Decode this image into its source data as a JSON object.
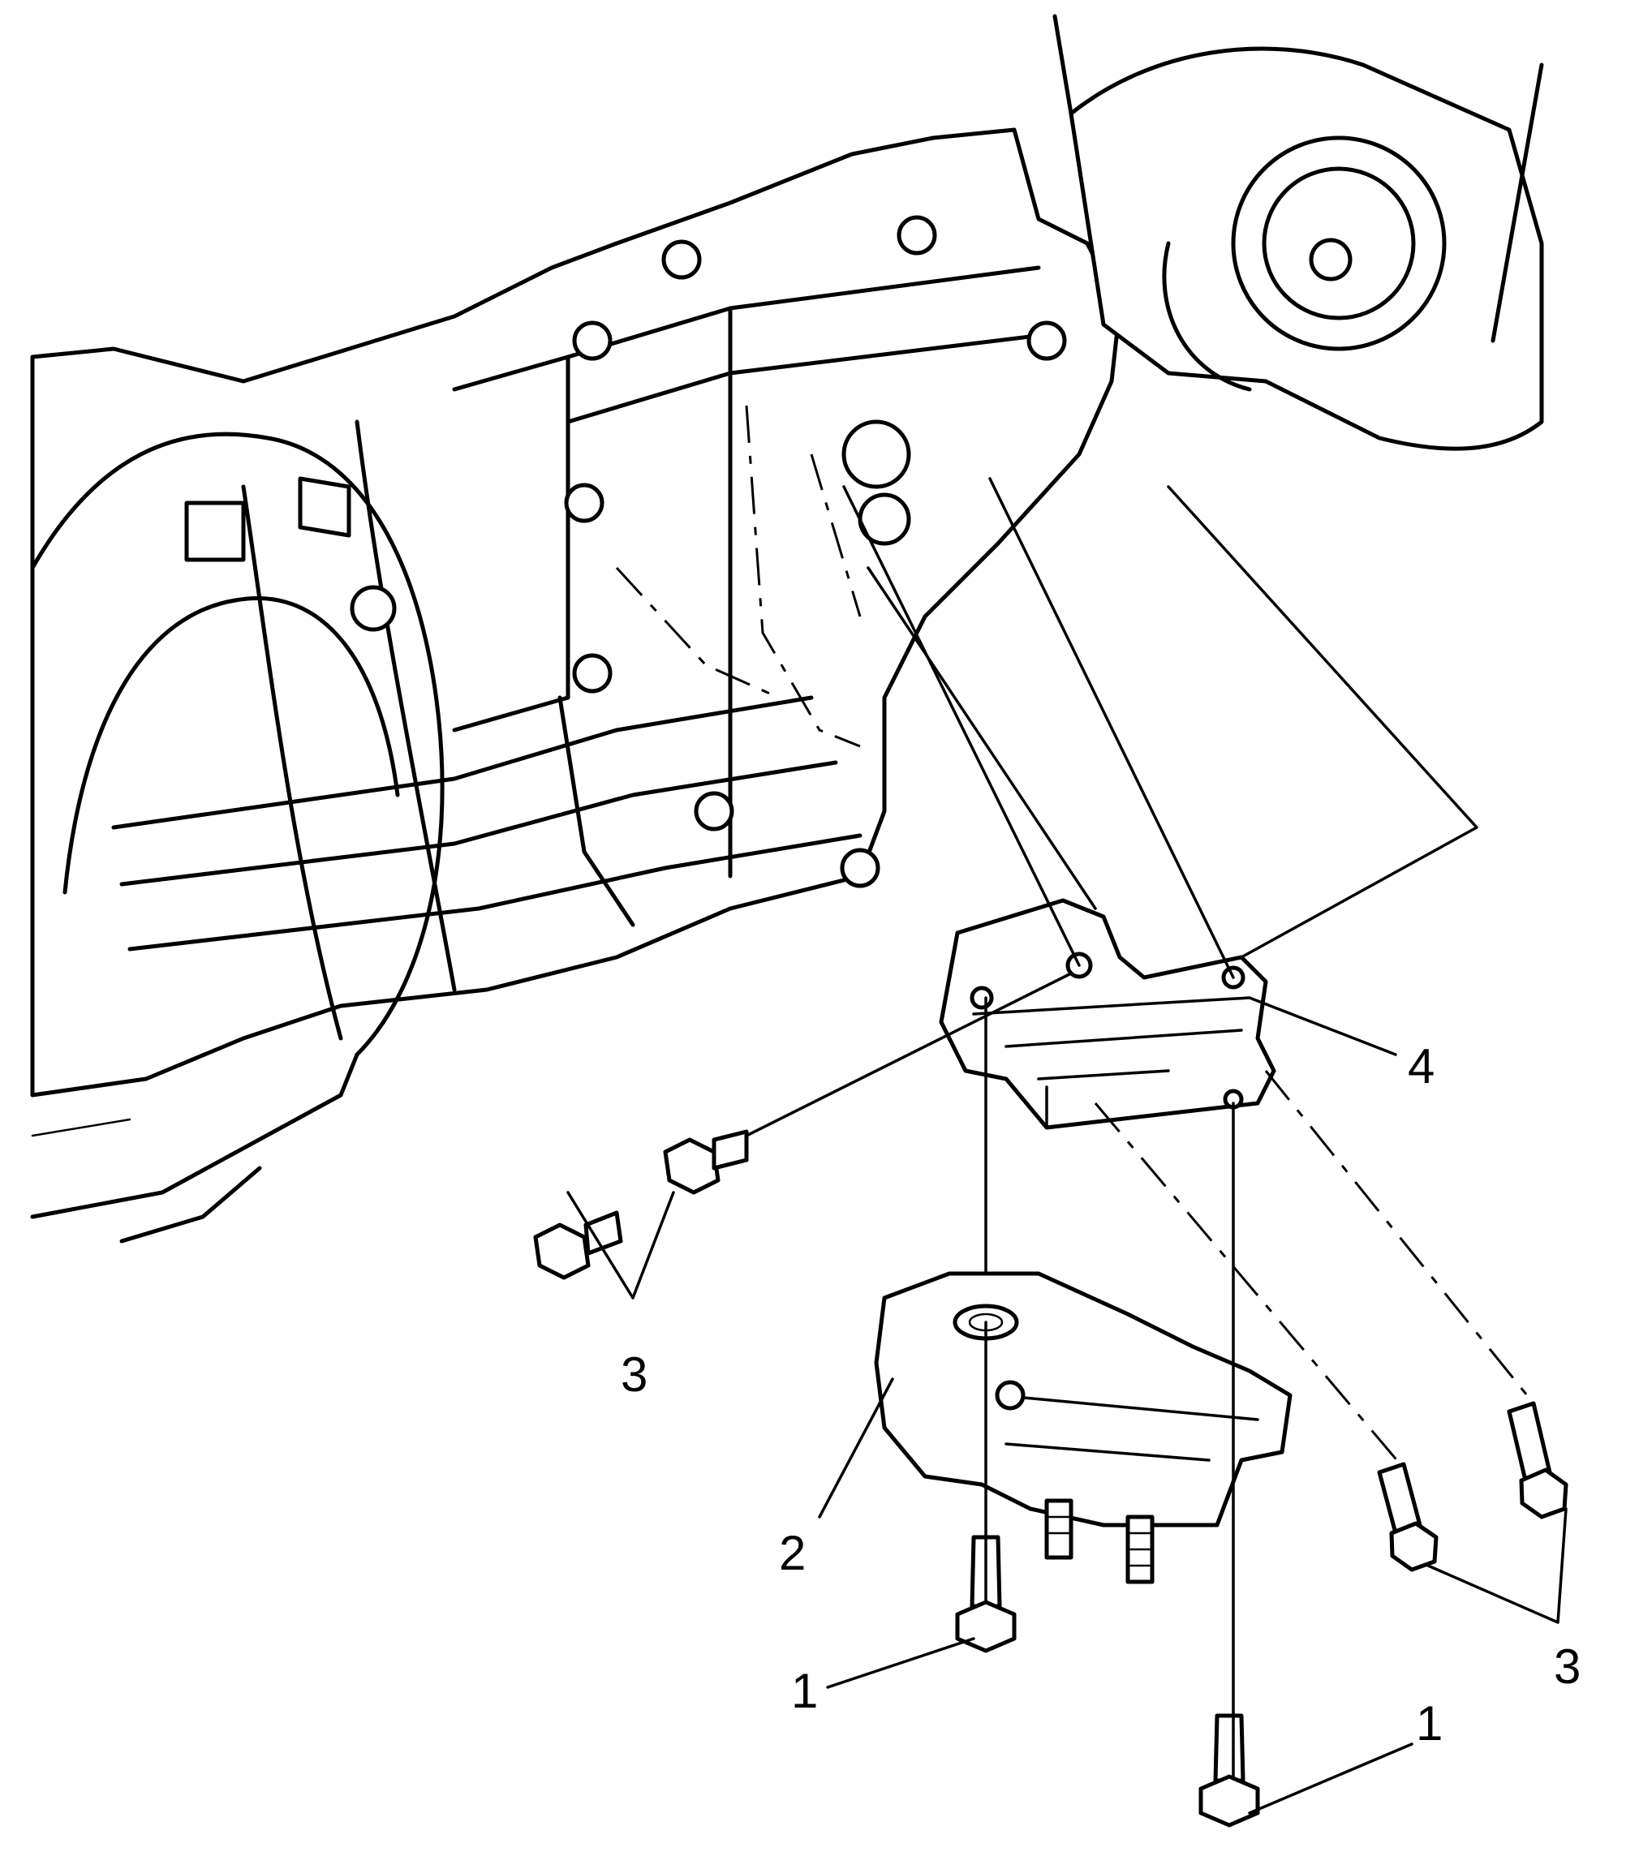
{
  "callouts": {
    "label_1_left": "1",
    "label_1_right": "1",
    "label_2": "2",
    "label_3_left": "3",
    "label_3_right": "3",
    "label_4": "4"
  },
  "colors": {
    "ink": "#000000",
    "paper": "#ffffff"
  }
}
